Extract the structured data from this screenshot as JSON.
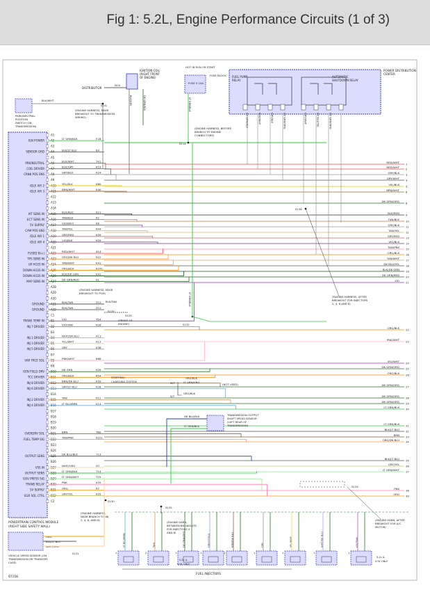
{
  "title": "Fig 1: 5.2L, Engine Performance Circuits (1 of 3)",
  "figure_id": "97158",
  "colors": {
    "lt_grn_blk": "#2ecc40",
    "lt_grn": "#66dd66",
    "red_wht": "#ff4444",
    "tan_blk": "#cc7744",
    "gry_blk": "#9a9a9a",
    "yel_blk": "#e6c800",
    "brn_wht": "#996633",
    "dk_grn_org": "#1f7a1f",
    "blk_red": "#333333",
    "vio_wht": "#aa33cc",
    "gry_red": "#cc6666",
    "vio_blk": "#7a2d8f",
    "tan_pnk": "#ff88aa",
    "org_blk": "#ff8800",
    "dk_blu": "#2244aa",
    "wht_blk": "#cccccc",
    "pcm_fill": "#dcdcff",
    "pcm_border": "#3a3acc"
  },
  "components": {
    "ignition_coil": "IGNITION COIL (RIGHT FRONT OF ENGINE)",
    "hot_in_run": "HOT IN RUN OR START",
    "fuse_block": "FUSE BLOCK",
    "fuse_label": "FUSE 9 10A",
    "pdc": "POWER DISTRIBUTION CENTER",
    "fuel_pump_relay": "FUEL PUMP RELAY",
    "asd_relay": "AUTOMATIC SHUTDOWN RELAY",
    "distributor": "DISTRIBUTOR",
    "nca": "NCA",
    "park_neutral": "PARK/NEUTRAL POSITION SWITCH (ON TRANSMISSION)",
    "pcm": "POWERTRAIN CONTROL MODULE (RIGHT SIDE SAFETY WALL)",
    "vss": "VEHICLE SPEED SENSOR (ON TRANSMISSION OR TRANSFER CASE)",
    "output_shaft": "TRANSMISSION OUTPUT SHAFT SPEED SENSOR (LEFT REAR OF TRANSMISSION)",
    "starting_charging": "STARTING/ CHARGING SYSTEM",
    "fuel_injectors": "FUEL INJECTORS",
    "not_used": "(NOT USED)",
    "mt": "M/T",
    "at": "A/T",
    "front_engine": "(FRONT OF ENGINE)",
    "only_a": "5.2L & 5.9L ONLY",
    "only_b": "5.2L & 5.9L ONLY"
  },
  "notes": {
    "n1": "(ENGINE HARNESS, NEAR BREAKOUT TO TRANSMISSION WIRING)",
    "n2": "(ENGINE HARNESS, BEFORE BRANCH TO ENGINE CONNECTORS)",
    "n3": "(ENGINE HARNESS, NEAR BREAKOUT TO PCM)",
    "n4": "(ENGINE HARNESS, AFTER BREAKOUT FOR INJECTORS 2, 4, 6 AND 8)",
    "n5": "(ENGINE HARNESS, NEAR BRANCH TO INJ 2, 4, 6, AND 8)",
    "n6": "(ENGINE HARN, BETWEEN BREAKOUTS FOR INJECTORS 4 AND 6)",
    "n7": "(ENGINE HARN, AFTER BREAKOUT FOR A/C MOTOR)"
  },
  "splices": [
    "S141",
    "S114",
    "S136",
    "S132",
    "S139",
    "S125",
    "S130",
    "S131",
    "S133",
    "S135"
  ],
  "pcm_labels": [
    {
      "text": "IGN POWER",
      "pin": 2
    },
    {
      "text": "SENSOR GRD",
      "pin": 4
    },
    {
      "text": "PRK/NEUTRAL",
      "pin": 6
    },
    {
      "text": "COIL DRIVER",
      "pin": 7
    },
    {
      "text": "CRNK POS SNS",
      "pin": 8
    },
    {
      "text": "IDLE AIR 2",
      "pin": 10
    },
    {
      "text": "IDLE AIR 3",
      "pin": 11
    },
    {
      "text": "IAT SENS IN",
      "pin": 15
    },
    {
      "text": "ECT SENS IN",
      "pin": 16
    },
    {
      "text": "5V SUPPLY",
      "pin": 17
    },
    {
      "text": "CAM POS SNS",
      "pin": 18
    },
    {
      "text": "IDLE AIR 1",
      "pin": 19
    },
    {
      "text": "IDLE AIR 4",
      "pin": 20
    },
    {
      "text": "FUSED B(+)",
      "pin": 22
    },
    {
      "text": "TPS SENS IN",
      "pin": 23
    },
    {
      "text": "UP HO2S IN",
      "pin": 24
    },
    {
      "text": "DOWN HO2S IN",
      "pin": 25
    },
    {
      "text": "DOWN HO2S IN",
      "pin": 26
    },
    {
      "text": "MAP SENS IN",
      "pin": 27
    },
    {
      "text": "GROUND",
      "pin": 31
    },
    {
      "text": "GROUND",
      "pin": 32
    },
    {
      "text": "TRANS TEMP IN",
      "pin": 34
    },
    {
      "text": "INJ 7 DRIVER",
      "pin": 35
    },
    {
      "text": "INJ 1 DRIVER",
      "pin": 37
    },
    {
      "text": "INJ 3 DRIVER",
      "pin": 38
    },
    {
      "text": "INJ 5 DRIVER",
      "pin": 39
    },
    {
      "text": "VAR FRCE SOL",
      "pin": 41
    },
    {
      "text": "GEN FIELD DRV",
      "pin": 43
    },
    {
      "text": "TCC DRIVER",
      "pin": 44
    },
    {
      "text": "INJ 8 DRIVER",
      "pin": 45
    },
    {
      "text": "INJ 6 DRIVER",
      "pin": 46
    },
    {
      "text": "INJ 2 DRIVER",
      "pin": 48
    },
    {
      "text": "INJ 4 DRIVER",
      "pin": 49
    },
    {
      "text": "OVERDRV SOL",
      "pin": 54
    },
    {
      "text": "FUEL TEMP SIG",
      "pin": 55
    },
    {
      "text": "OUTPUT SENS",
      "pin": 58
    },
    {
      "text": "VSS IN",
      "pin": 60
    },
    {
      "text": "OUTPUT SENS",
      "pin": 61
    },
    {
      "text": "GOV PRESS SIG",
      "pin": 62
    },
    {
      "text": "TRANS RELAY",
      "pin": 63
    },
    {
      "text": "5V SUPPLY",
      "pin": 64
    },
    {
      "text": "EGR SOL CTRL",
      "pin": 65
    }
  ],
  "pins": [
    "A1",
    "A2",
    "A3",
    "A4",
    "A5",
    "A6",
    "A7",
    "A8",
    "A9",
    "A10",
    "A11",
    "A12",
    "A13",
    "A14",
    "A15",
    "A16",
    "A17",
    "A18",
    "A19",
    "A20",
    "A21",
    "A22",
    "A23",
    "A24",
    "A25",
    "A26",
    "A27",
    "A28",
    "A29",
    "A30",
    "A31",
    "A32",
    "C1",
    "B1",
    "B2",
    "B3",
    "B4",
    "B5",
    "B6",
    "B7",
    "B8",
    "B9",
    "B10",
    "B11",
    "B12",
    "B13",
    "B14",
    "B15",
    "B16",
    "B17",
    "B18",
    "B19",
    "B20",
    "B21",
    "B22",
    "B23",
    "B24",
    "B25",
    "B26",
    "B27",
    "B28",
    "B29",
    "B30",
    "B31",
    "B32",
    "C2"
  ],
  "pcm_wires": [
    {
      "pin": 2,
      "color": "LT GRN/BLK",
      "circ": "F18"
    },
    {
      "pin": 4,
      "color": "BLK/LT BLU",
      "circ": "K4"
    },
    {
      "pin": 6,
      "color": "BLK/WHT",
      "circ": "T41"
    },
    {
      "pin": 7,
      "color": "BLK/GRY",
      "circ": "K19"
    },
    {
      "pin": 8,
      "color": "GRY/BLK",
      "circ": "K24"
    },
    {
      "pin": 10,
      "color": "YEL/BLK",
      "circ": "K60"
    },
    {
      "pin": 11,
      "color": "BRN/WHT",
      "circ": "K40"
    },
    {
      "pin": 15,
      "color": "BLK/RED",
      "circ": "K21"
    },
    {
      "pin": 16,
      "color": "TAN/BLK",
      "circ": "K2"
    },
    {
      "pin": 17,
      "color": "VIO/WHT",
      "circ": "K6"
    },
    {
      "pin": 18,
      "color": "TAN/YEL",
      "circ": "K44"
    },
    {
      "pin": 19,
      "color": "GRY/RED",
      "circ": "K39"
    },
    {
      "pin": 20,
      "color": "VIO/BLK",
      "circ": "K59"
    },
    {
      "pin": 22,
      "color": "RED/WHT",
      "circ": "A14"
    },
    {
      "pin": 23,
      "color": "ORG/DK BLU",
      "circ": "K22"
    },
    {
      "pin": 24,
      "color": "TAN/WHT",
      "circ": "K41"
    },
    {
      "pin": 25,
      "color": "ORG/BLK",
      "circ": "K241"
    },
    {
      "pin": 26,
      "color": "BLK/DK GRN",
      "circ": "K41"
    },
    {
      "pin": 27,
      "color": "DK GRN/RED",
      "circ": "K1"
    },
    {
      "pin": 31,
      "color": "BLK/TAN",
      "circ": "Z12"
    },
    {
      "pin": 32,
      "color": "BLK/TAN",
      "circ": "Z12"
    },
    {
      "pin": 34,
      "color": "VIO",
      "circ": "T54"
    },
    {
      "pin": 35,
      "color": "VIO/TAN",
      "circ": "K26"
    },
    {
      "pin": 37,
      "color": "WHT/DK BLU",
      "circ": "K11"
    },
    {
      "pin": 38,
      "color": "YEL/WHT",
      "circ": "K13"
    },
    {
      "pin": 39,
      "color": "GRY",
      "circ": "K38"
    },
    {
      "pin": 41,
      "color": "PNK/WHT",
      "circ": "K68"
    },
    {
      "pin": 43,
      "color": "DK GRN",
      "circ": "K20"
    },
    {
      "pin": 44,
      "color": "ORG/BLK",
      "circ": "K54"
    },
    {
      "pin": 45,
      "color": "BRN/DK BLU",
      "circ": "K59"
    },
    {
      "pin": 46,
      "color": "GRY/LT BLU",
      "circ": "K28"
    },
    {
      "pin": 48,
      "color": "TAN",
      "circ": "K12"
    },
    {
      "pin": 49,
      "color": "LT BLU/BRN",
      "circ": "K14"
    },
    {
      "pin": 54,
      "color": "BRN",
      "circ": "T60"
    },
    {
      "pin": 55,
      "color": "TAN/PNK",
      "circ": "K221"
    },
    {
      "pin": 58,
      "color": "DK BLU/BLK",
      "circ": "T13"
    },
    {
      "pin": 60,
      "color": "WHT/ORG",
      "circ": "G7"
    },
    {
      "pin": 61,
      "color": "LT GRN/BLK",
      "circ": "T14"
    },
    {
      "pin": 62,
      "color": "LT GRN/WHT",
      "circ": "T25"
    },
    {
      "pin": 63,
      "color": "PNK",
      "circ": "K35"
    },
    {
      "pin": 64,
      "color": "ORG",
      "circ": "K7"
    },
    {
      "pin": 65,
      "color": "GRY/YEL",
      "circ": "K35"
    }
  ],
  "right_wires": [
    {
      "n": "1",
      "label": "RED/WHT"
    },
    {
      "n": "2",
      "label": "RED/WHT"
    },
    {
      "n": "3",
      "label": "GRY/BLK"
    },
    {
      "n": "4",
      "label": "GRY/WHT"
    },
    {
      "n": "5",
      "label": "YEL/BLK"
    },
    {
      "n": "6",
      "label": "BRN/WHT"
    },
    {
      "n": "8",
      "label": "DK GRN/ORG"
    },
    {
      "n": "9",
      "label": "BLK/RED"
    },
    {
      "n": "10",
      "label": "TAN/BLK"
    },
    {
      "n": "11",
      "label": "GRY/BLK"
    },
    {
      "n": "12",
      "label": "TAN/YEL"
    },
    {
      "n": "13",
      "label": "GRY/RED"
    },
    {
      "n": "14",
      "label": "VIO/BLK"
    },
    {
      "n": "15",
      "label": "TAN/PNK"
    },
    {
      "n": "16",
      "label": "ORG/BLK"
    },
    {
      "n": "17",
      "label": "TAN/WHT"
    },
    {
      "n": "18",
      "label": "DK BLU/YEL"
    },
    {
      "n": "19",
      "label": "BLK/DK GRN"
    },
    {
      "n": "20",
      "label": "DK GRN/RED"
    },
    {
      "n": "21",
      "label": "VIO"
    },
    {
      "n": "22",
      "label": "ORG/BLK"
    },
    {
      "n": "23",
      "label": "PNK/WHT"
    },
    {
      "n": "24",
      "label": "VIO/WHT"
    },
    {
      "n": "25",
      "label": "DK GRN/ORG"
    },
    {
      "n": "26",
      "label": "ORG/BLK"
    },
    {
      "n": "27",
      "label": "DK GRN/ORG"
    },
    {
      "n": "28",
      "label": "DK GRN/ORG"
    },
    {
      "n": "29",
      "label": "DK GRN/ORG"
    },
    {
      "n": "30",
      "label": "LT GRN/BLK"
    },
    {
      "n": "31",
      "label": "LT GRN/BLK"
    },
    {
      "n": "32",
      "label": "BLK/LT BLU"
    },
    {
      "n": "33",
      "label": "BRN"
    },
    {
      "n": "34",
      "label": "ORG/DK BLU"
    },
    {
      "n": "35",
      "label": "BLK/LT BLU"
    },
    {
      "n": "36",
      "label": "GRY/YEL"
    },
    {
      "n": "37",
      "label": "LT GRN/WHT"
    },
    {
      "n": "38",
      "label": "PNK"
    },
    {
      "n": "39",
      "label": "ORG"
    }
  ],
  "pdc_wires": [
    "DK GRN/BLK",
    "RED/WHT",
    "GRY/BLK",
    "DK GRN/ORG",
    "GRY/WHT",
    "DK BLU/YEL",
    "DK GRN/ORG"
  ],
  "injectors": [
    {
      "wire": "LT BLU/BRN",
      "pin": "1"
    },
    {
      "wire": "TAN",
      "pin": "2"
    },
    {
      "wire": "DK GRN/ORG",
      "pin": "1"
    },
    {
      "wire": "GRY/LT BLU",
      "pin": "1"
    },
    {
      "wire": "BRN/DK BLU",
      "pin": "1"
    },
    {
      "wire": "GRY",
      "pin": "1"
    },
    {
      "wire": "YEL/WHT",
      "pin": "1"
    },
    {
      "wire": "WHT/DK BLU",
      "pin": "1"
    },
    {
      "wire": "VIO/TAN",
      "pin": "1"
    }
  ],
  "misc_labels": {
    "park_wire": "BLK/WHT",
    "coil_a": "BLK/GRY",
    "coil_b": "DK GRN/BLK",
    "fuse_wire": "LT GRN/BLK",
    "vss_1": "ORG",
    "vss_2": "BLK/LT BLU",
    "vss_3": "WHT/ORG",
    "os_1": "DK BLU/BLK",
    "os_2": "LT GRN/BLK",
    "not_used_wire": "LT GRN/ORG",
    "at_wire": "ORG/BLK",
    "ground_wire": "BLK/TAN",
    "s132_wire": "LT GRN/BLK",
    "mt_org": "ORG/BLK"
  }
}
